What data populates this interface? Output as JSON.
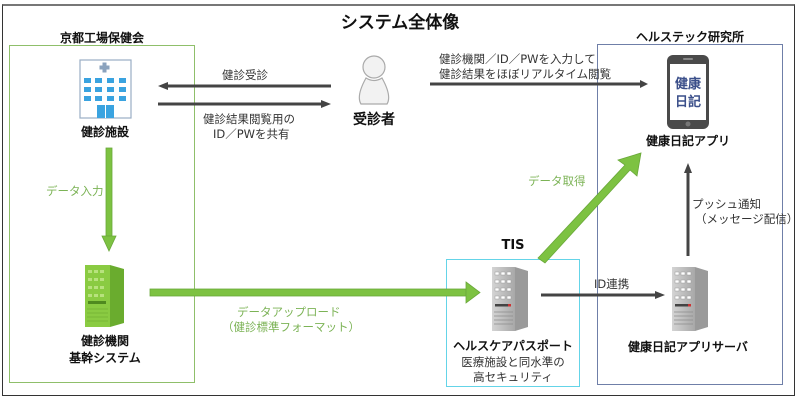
{
  "title": "システム全体像",
  "groups": {
    "kyoto": {
      "label": "京都工場保健会"
    },
    "healthtech": {
      "label": "ヘルステック研究所"
    },
    "tis": {
      "label": "TIS"
    }
  },
  "nodes": {
    "clinic": {
      "label": "健診施設",
      "icon": "hospital-building-icon"
    },
    "examinee": {
      "label": "受診者",
      "icon": "person-icon"
    },
    "app": {
      "label": "健康日記アプリ",
      "icon": "smartphone-icon",
      "screen_text_line1": "健康",
      "screen_text_line2": "日記"
    },
    "core_system": {
      "label_line1": "健診機関",
      "label_line2": "基幹システム",
      "icon": "server-icon"
    },
    "health_passport": {
      "label": "ヘルスケアパスポート",
      "desc_line1": "医療施設と同水準の",
      "desc_line2": "高セキュリティ",
      "icon": "server-icon"
    },
    "app_server": {
      "label": "健康日記アプリサーバ",
      "icon": "server-icon"
    }
  },
  "edges": {
    "exam_visit": {
      "label": "健診受診"
    },
    "share_id": {
      "label_line1": "健診結果閲覧用の",
      "label_line2": "ID／PWを共有"
    },
    "realtime_view": {
      "label_line1": "健診機関／ID／PWを入力して",
      "label_line2": "健診結果をほぼリアルタイム閲覧"
    },
    "data_input": {
      "label": "データ入力"
    },
    "data_upload": {
      "label_line1": "データアップロード",
      "label_line2": "（健診標準フォーマット）"
    },
    "data_fetch": {
      "label": "データ取得"
    },
    "id_link": {
      "label": "ID連携"
    },
    "push_notify": {
      "label_line1": "プッシュ通知",
      "label_line2": "（メッセージ配信）"
    }
  },
  "colors": {
    "green_arrow": "#7dc242",
    "green_text": "#7cb356",
    "gray_arrow": "#555555",
    "kyoto_border": "#8fbf6a",
    "healthtech_border": "#6f7fa8",
    "tis_border": "#64d4e8",
    "hospital_blue": "#3aa3e0",
    "server_green": "#7cc23a"
  }
}
